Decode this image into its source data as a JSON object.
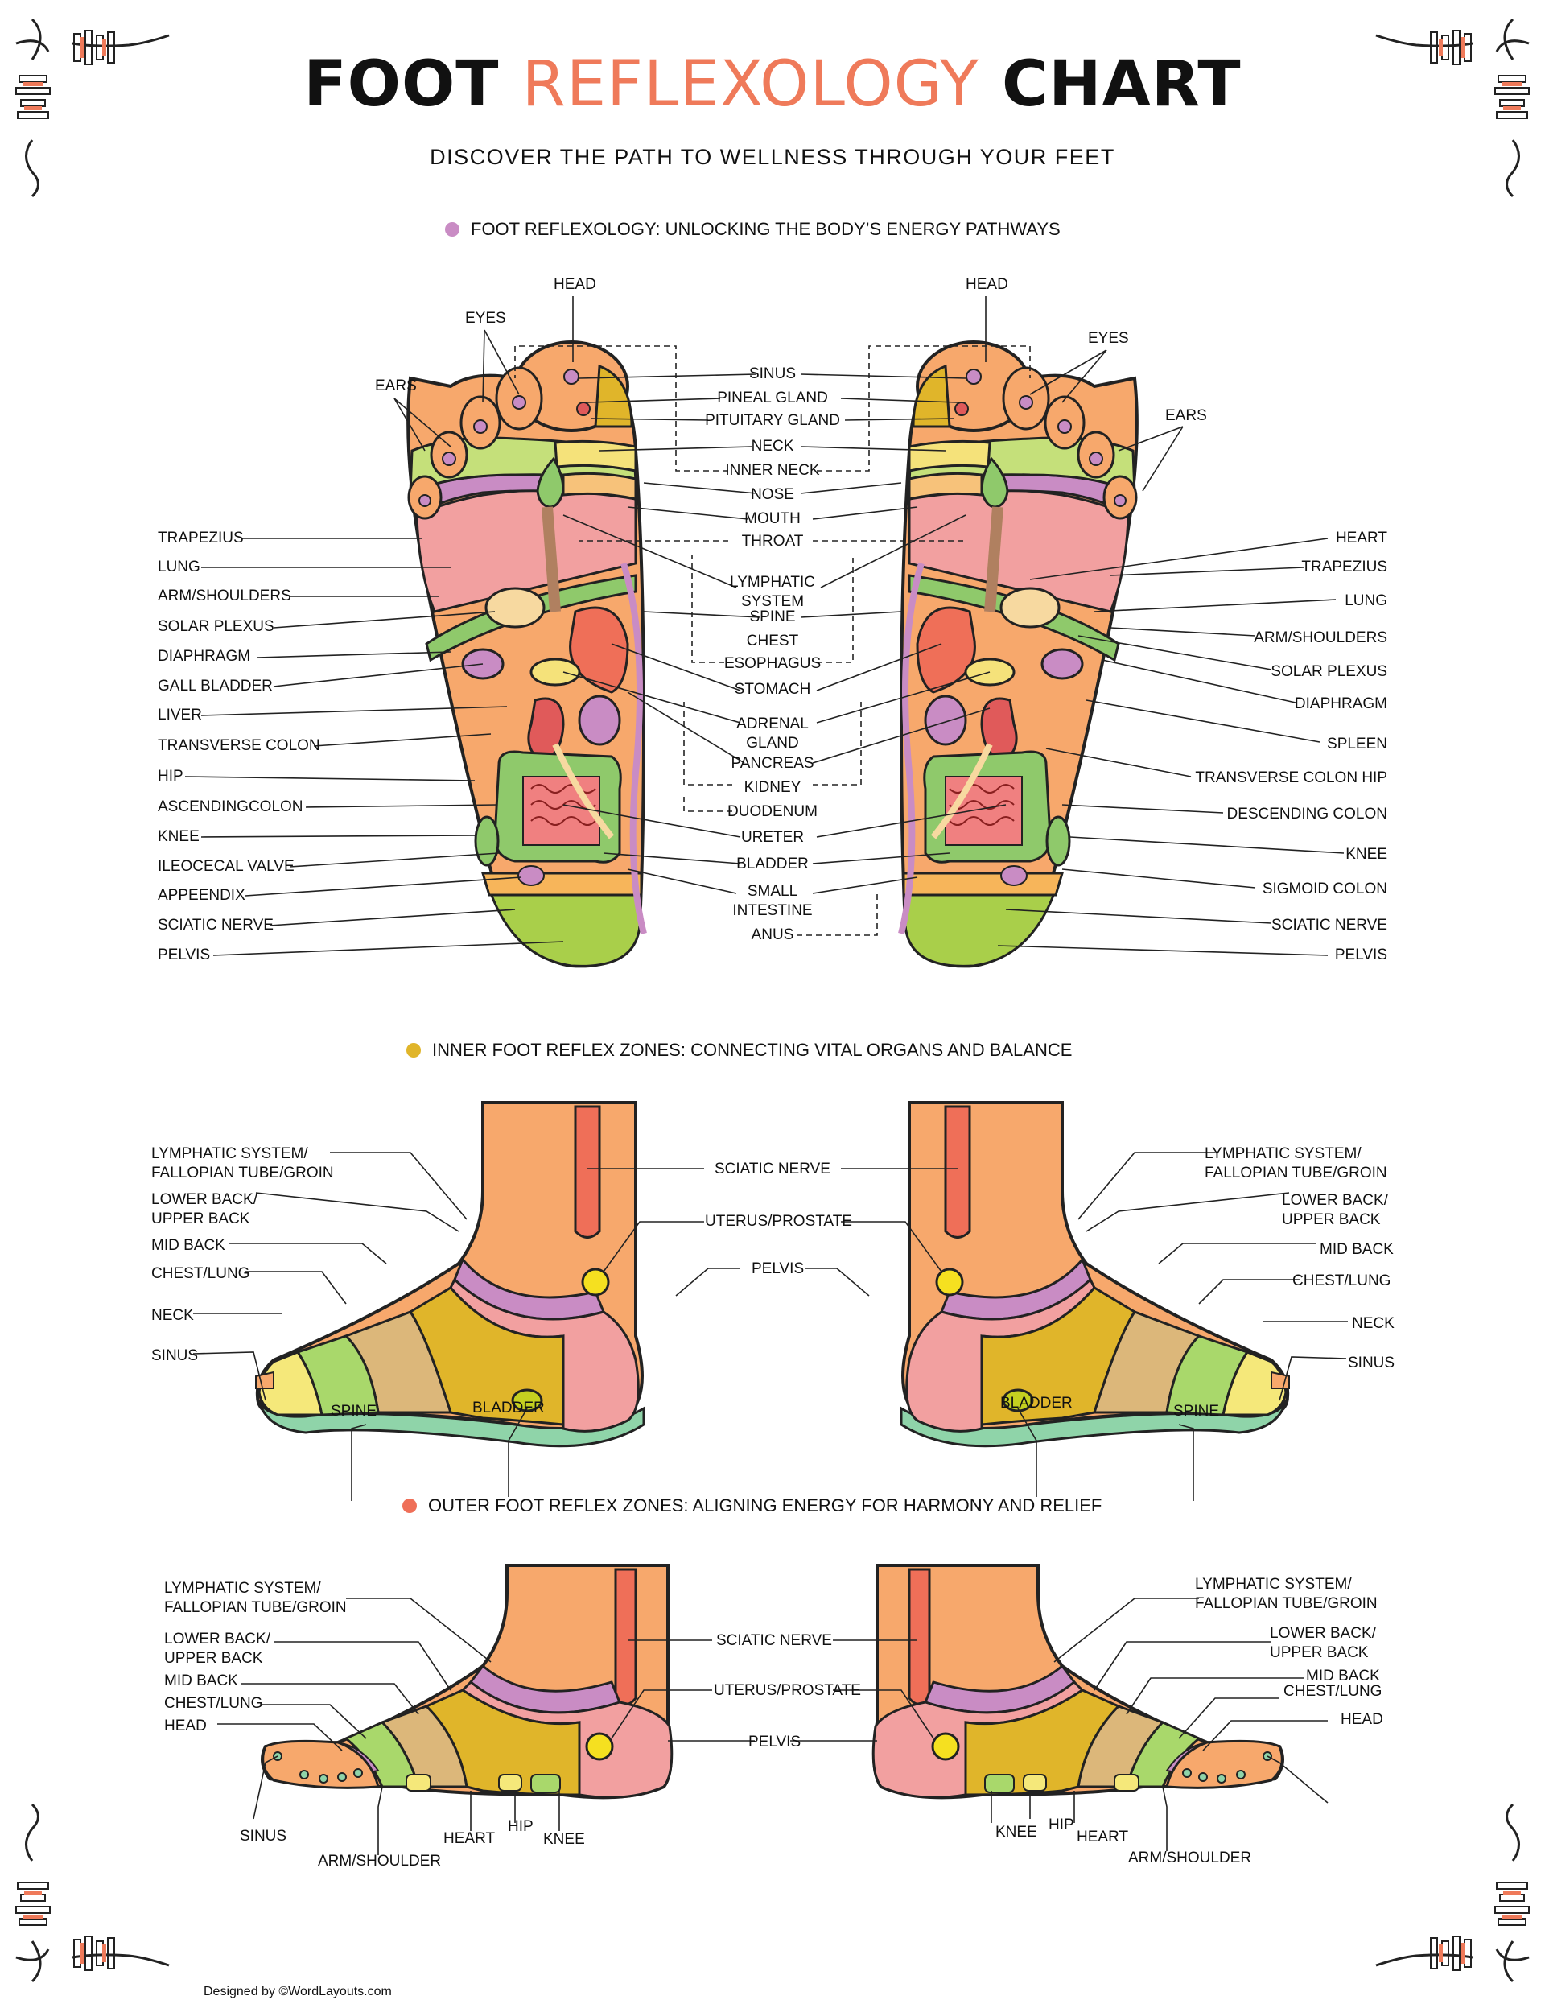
{
  "title": {
    "part1": "FOOT",
    "part2": "REFLEXOLOGY",
    "part3": "CHART"
  },
  "subtitle": "DISCOVER THE PATH TO WELLNESS THROUGH YOUR FEET",
  "colors": {
    "accent": "#ef7a5a",
    "purple": "#c98cc4",
    "gold": "#e0b52a",
    "coral": "#ef6f58"
  },
  "sections": {
    "soles": {
      "heading": "FOOT REFLEXOLOGY: UNLOCKING THE BODY’S ENERGY PATHWAYS",
      "dot_color": "#c98cc4"
    },
    "inner": {
      "heading": "INNER FOOT REFLEX ZONES: CONNECTING VITAL ORGANS AND BALANCE",
      "dot_color": "#e0b52a"
    },
    "outer": {
      "heading": "OUTER FOOT REFLEX ZONES: ALIGNING ENERGY FOR HARMONY AND RELIEF",
      "dot_color": "#ef6f58"
    }
  },
  "soles": {
    "left_labels": [
      "TRAPEZIUS",
      "LUNG",
      "ARM/SHOULDERS",
      "SOLAR PLEXUS",
      "DIAPHRAGM",
      "GALL BLADDER",
      "LIVER",
      "TRANSVERSE COLON",
      "HIP",
      "ASCENDINGCOLON",
      "KNEE",
      "ILEOCECAL VALVE",
      "APPEENDIX",
      "SCIATIC NERVE",
      "PELVIS"
    ],
    "right_labels": [
      "HEART",
      "TRAPEZIUS",
      "LUNG",
      "ARM/SHOULDERS",
      "SOLAR PLEXUS",
      "DIAPHRAGM",
      "SPLEEN",
      "TRANSVERSE COLON HIP",
      "DESCENDING COLON",
      "KNEE",
      "SIGMOID COLON",
      "SCIATIC NERVE",
      "PELVIS"
    ],
    "center_labels": [
      "SINUS",
      "PINEAL GLAND",
      "PITUITARY GLAND",
      "NECK",
      "INNER NECK",
      "NOSE",
      "MOUTH",
      "THROAT",
      "LYMPHATIC\nSYSTEM",
      "SPINE",
      "CHEST",
      "ESOPHAGUS",
      "STOMACH",
      "ADRENAL\nGLAND",
      "PANCREAS",
      "KIDNEY",
      "DUODENUM",
      "URETER",
      "BLADDER",
      "SMALL\nINTESTINE",
      "ANUS"
    ],
    "top_left": {
      "head": "HEAD",
      "eyes": "EYES",
      "ears": "EARS"
    },
    "top_right": {
      "head": "HEAD",
      "eyes": "EYES",
      "ears": "EARS"
    }
  },
  "inner_foot": {
    "left": {
      "lymph": "LYMPHATIC SYSTEM/\nFALLOPIAN TUBE/GROIN",
      "back": "LOWER BACK/\nUPPER BACK",
      "mid": "MID BACK",
      "chest": "CHEST/LUNG",
      "neck": "NECK",
      "sinus": "SINUS",
      "spine": "SPINE",
      "bladder": "BLADDER"
    },
    "center": {
      "sciatic": "SCIATIC NERVE",
      "uterus": "UTERUS/PROSTATE",
      "pelvis": "PELVIS"
    },
    "right": {
      "lymph": "LYMPHATIC SYSTEM/\nFALLOPIAN TUBE/GROIN",
      "back": "LOWER BACK/\nUPPER BACK",
      "mid": "MID BACK",
      "chest": "CHEST/LUNG",
      "neck": "NECK",
      "sinus": "SINUS",
      "spine": "SPINE",
      "bladder": "BLADDER"
    }
  },
  "outer_foot": {
    "left": {
      "lymph": "LYMPHATIC SYSTEM/\nFALLOPIAN TUBE/GROIN",
      "back": "LOWER BACK/\nUPPER BACK",
      "mid": "MID BACK",
      "chest": "CHEST/LUNG",
      "head": "HEAD",
      "sinus": "SINUS",
      "arm": "ARM/SHOULDER",
      "heart": "HEART",
      "hip": "HIP",
      "knee": "KNEE"
    },
    "center": {
      "sciatic": "SCIATIC NERVE",
      "uterus": "UTERUS/PROSTATE",
      "pelvis": "PELVIS"
    },
    "right": {
      "lymph": "LYMPHATIC SYSTEM/\nFALLOPIAN TUBE/GROIN",
      "back": "LOWER BACK/\nUPPER BACK",
      "mid": "MID BACK",
      "chest": "CHEST/LUNG",
      "head": "HEAD",
      "knee": "KNEE",
      "hip": "HIP",
      "heart": "HEART",
      "arm": "ARM/SHOULDER"
    }
  },
  "footer": "Designed by ©WordLayouts.com"
}
